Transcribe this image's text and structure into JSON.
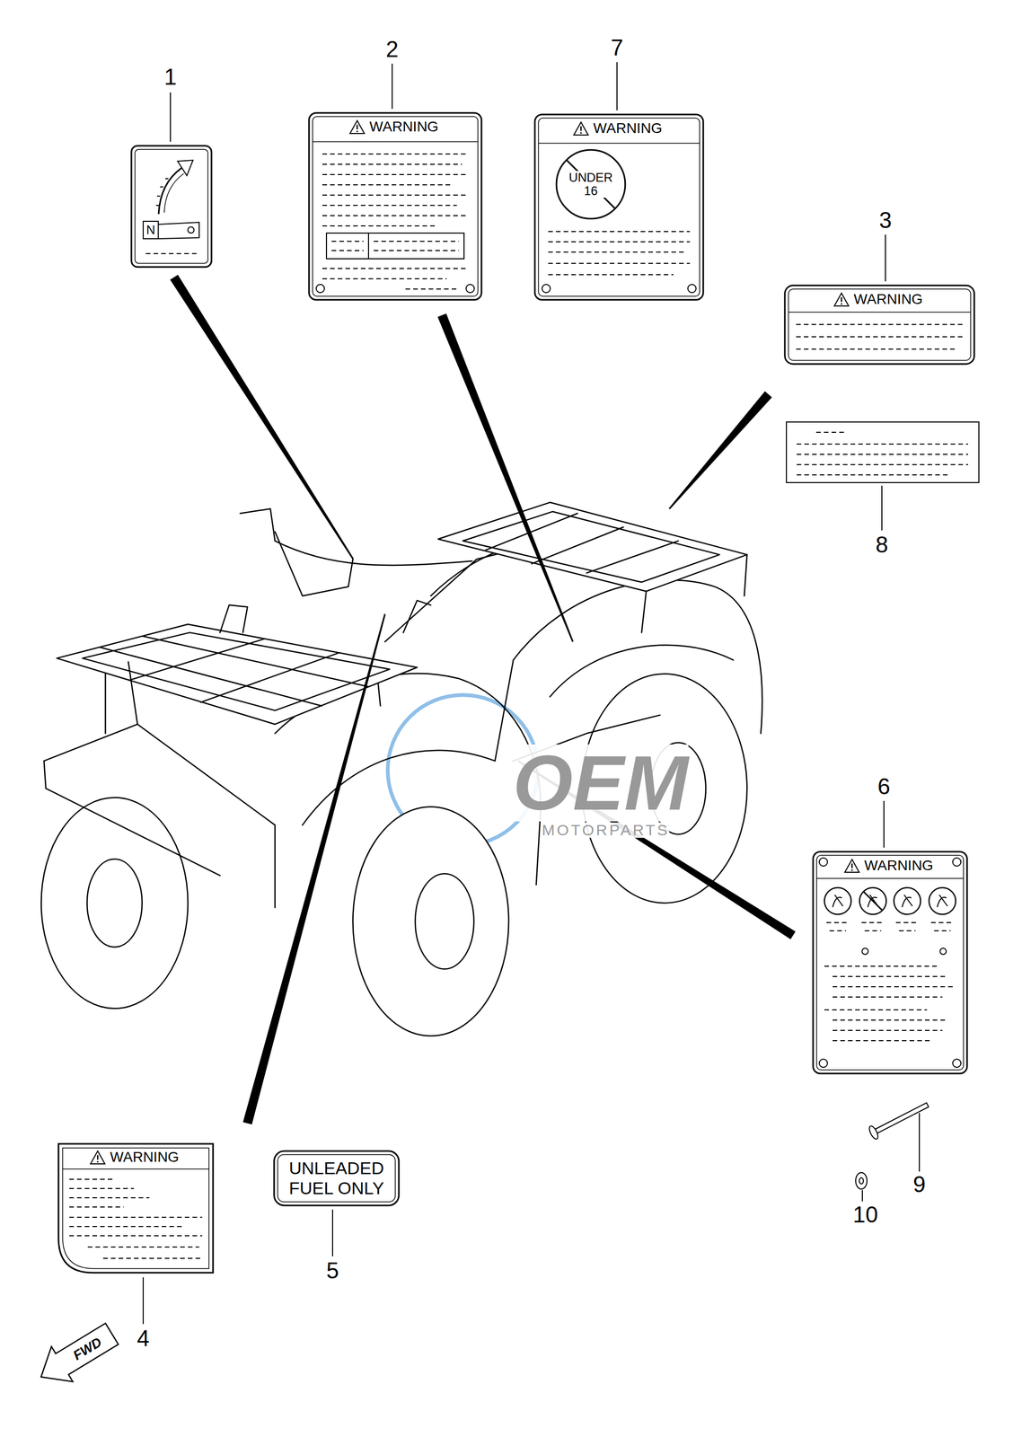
{
  "diagram": {
    "nodes": [
      {
        "text": [
          "N"
        ]
      },
      {
        "text": [
          "WARNING"
        ]
      },
      {
        "text": [
          "WARNING"
        ]
      },
      {
        "text": [
          "UNDER 16"
        ],
        "in": 2
      },
      {
        "text": [
          "WARNING"
        ]
      },
      {
        "text": [
          "WARNING"
        ]
      },
      {
        "text": [
          "WARNING"
        ]
      },
      {
        "text": [
          "UNLEADED FUEL ONLY"
        ]
      }
    ],
    "labels": [
      "1",
      "2",
      "7",
      "3",
      "8",
      "6",
      "9",
      "10",
      "5",
      "4",
      "FWD",
      "OEM",
      "MOTORPARTS"
    ]
  }
}
